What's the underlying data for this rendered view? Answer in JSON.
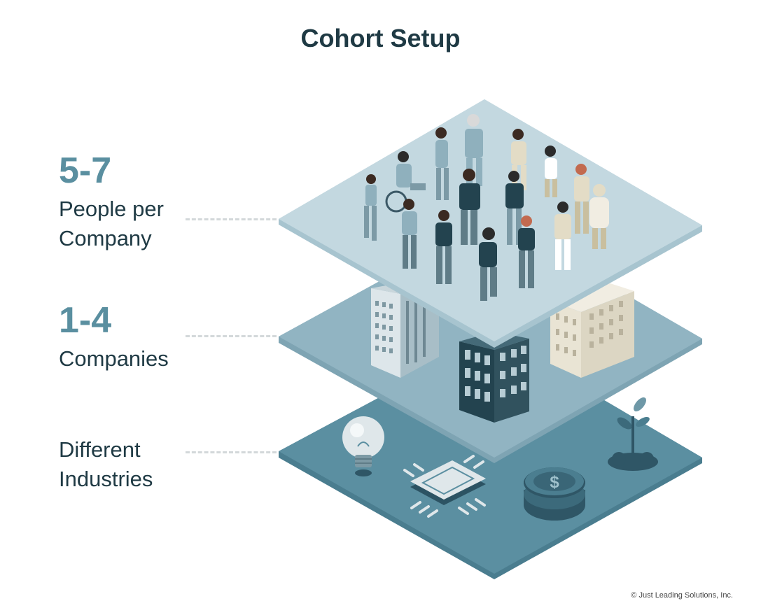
{
  "title": "Cohort Setup",
  "layers": [
    {
      "number": "5-7",
      "line1": "People per",
      "line2": "Company"
    },
    {
      "number": "1-4",
      "line1": "Companies",
      "line2": ""
    },
    {
      "number": "",
      "line1": "Different",
      "line2": "Industries"
    }
  ],
  "copyright": "© Just Leading Solutions, Inc.",
  "icons": {
    "bottom": [
      "lightbulb-icon",
      "microchip-icon",
      "dollar-coin-stack-icon",
      "plant-sprout-icon"
    ],
    "middle": [
      "office-tower-icon",
      "dark-office-building-icon",
      "beige-apartment-building-icon"
    ],
    "top": [
      "group-of-people-illustration"
    ]
  },
  "colors": {
    "title": "#1f3a44",
    "number": "#5a8fa0",
    "layer_top": "#c2d7df",
    "layer_middle": "#8fb3c2",
    "layer_bottom": "#5b8fa1"
  }
}
